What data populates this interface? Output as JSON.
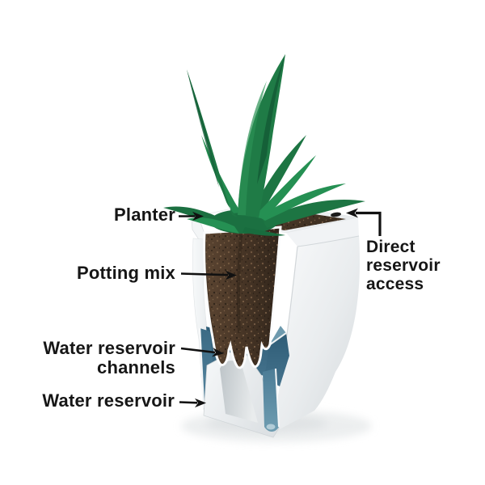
{
  "figure": {
    "type": "labeled-cutaway-diagram",
    "subject": "Self-watering planter cross-section with plant",
    "labels": {
      "planter": {
        "text": "Planter"
      },
      "potting_mix": {
        "text": "Potting mix"
      },
      "water_reservoir_channels": {
        "line1": "Water reservoir",
        "line2": "channels"
      },
      "water_reservoir": {
        "text": "Water reservoir"
      },
      "direct_reservoir_access": {
        "line1": "Direct",
        "line2": "reservoir",
        "line3": "access"
      }
    },
    "colors": {
      "background": "#ffffff",
      "text": "#161616",
      "arrow": "#111111",
      "leaf_green": "#1f7b46",
      "leaf_dark": "#155f38",
      "leaf_light": "#2b9154",
      "soil_brown": "#4a3727",
      "soil_dark": "#2d221a",
      "water_blue": "#4c7c96",
      "water_dark": "#2f5d77",
      "water_pale": "#b9d2db",
      "pot_white": "#f0f2f4",
      "pot_shade": "#d8dcdf",
      "hole_dark": "#1b1b1b"
    },
    "icons": {
      "reservoir_access_hole": "dark-ellipse-opening",
      "arrowhead": "solid-triangle"
    }
  }
}
